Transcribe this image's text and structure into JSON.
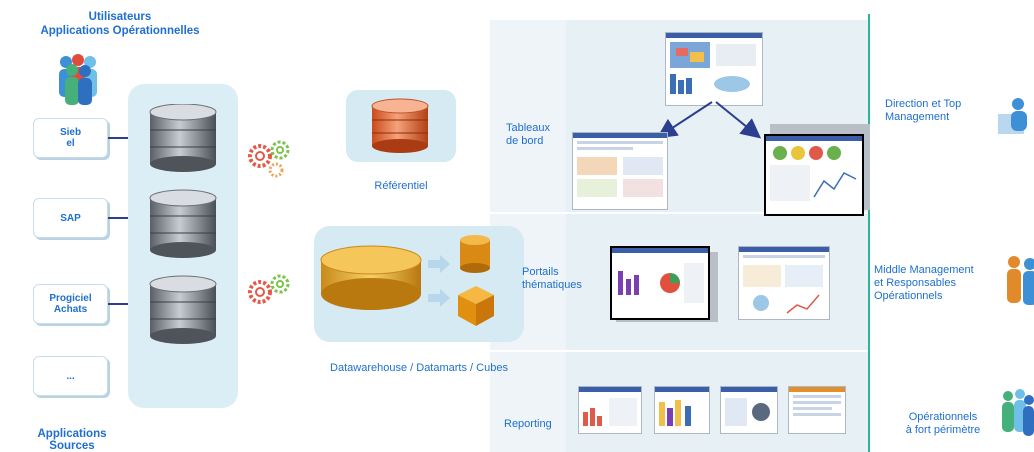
{
  "top_title": {
    "line1": "Utilisateurs",
    "line2": "Applications Opérationnelles"
  },
  "sources": [
    {
      "label_line1": "Sieb",
      "label_line2": "el"
    },
    {
      "label_line1": "SAP",
      "label_line2": ""
    },
    {
      "label_line1": "Progiciel",
      "label_line2": "Achats"
    },
    {
      "label_line1": "...",
      "label_line2": ""
    }
  ],
  "bottom_title": {
    "line1": "Applications",
    "line2": "Sources"
  },
  "referentiel_label": "Référentiel",
  "dw_label": "Datawarehouse / Datamarts / Cubes",
  "sections": [
    {
      "label_line1": "Tableaux",
      "label_line2": "de bord"
    },
    {
      "label_line1": "Portails",
      "label_line2": "thématiques"
    },
    {
      "label_line1": "Reporting",
      "label_line2": ""
    }
  ],
  "audiences": [
    {
      "line1": "Direction et Top",
      "line2": "Management",
      "line3": ""
    },
    {
      "line1": "Middle Management",
      "line2": "et Responsables",
      "line3": "Opérationnels"
    },
    {
      "line1": "Opérationnels",
      "line2": "à fort périmètre",
      "line3": ""
    }
  ],
  "colors": {
    "accent_text": "#1e6fd0",
    "separator": "#2bb59a",
    "panel_bg": "#e6f0f5"
  },
  "icons": [
    "user-group-icon",
    "database-icon",
    "gear-icon",
    "cube-icon",
    "cylinder-icon",
    "arrow-icon",
    "person-icon",
    "screenshot-thumbnail"
  ]
}
